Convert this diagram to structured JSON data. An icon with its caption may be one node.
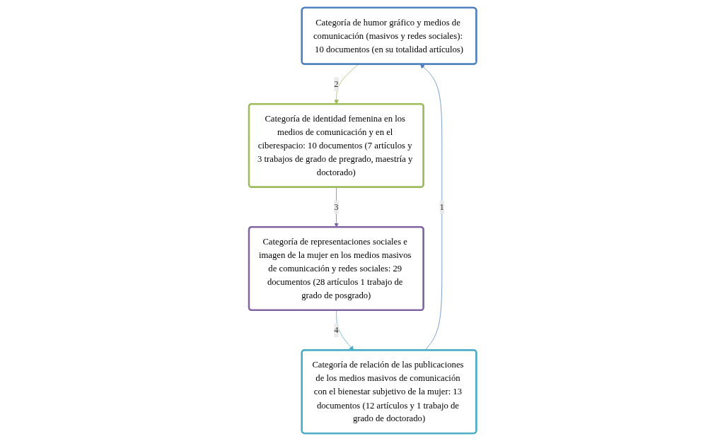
{
  "diagram": {
    "nodes": [
      {
        "text": [
          "Categoría de humor gráfico y medios de comunicación (masivos y redes sociales): 10 documentos (en su totalidad artículos)"
        ]
      },
      {
        "text": [
          "Categoría de relación de las publicaciones de los medios masivos de comunicación con el bienestar subjetivo de la mujer: 13 documentos (12 artículos y 1 trabajo de grado de doctorado)"
        ]
      },
      {
        "text": [
          "Categoría de identidad femenina en los medios de comunicación y en el ciberespacio: 10 documentos (7 artículos y 3 trabajos de grado de pregrado, maestría y doctorado)"
        ]
      },
      {
        "text": [
          "Categoría de representaciones sociales e imagen de la mujer en los medios masivos de comunicación y redes sociales: 29 documentos (28 artículos 1 trabajo de grado de posgrado)"
        ]
      }
    ],
    "edges": [
      {
        "from": 1,
        "to": 0,
        "arrow": "to",
        "label": "1",
        "color": "#4f81bd"
      },
      {
        "from": 0,
        "to": 2,
        "arrow": "to",
        "label": "2",
        "color": "#9bbb59"
      },
      {
        "from": 2,
        "to": 3,
        "arrow": "to",
        "label": "3",
        "color": "#8064a2"
      },
      {
        "from": 3,
        "to": 1,
        "arrow": "to",
        "label": "4",
        "color": "#4bacc6"
      }
    ]
  }
}
